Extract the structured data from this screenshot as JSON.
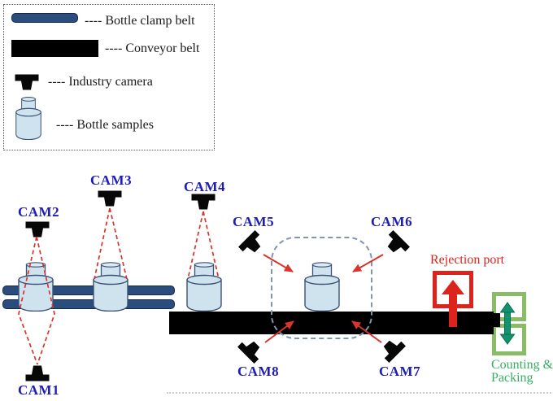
{
  "legend": {
    "items": [
      {
        "icon": "bottle-clamp-belt-swatch",
        "label": "---- Bottle clamp belt"
      },
      {
        "icon": "conveyor-belt-swatch",
        "label": "---- Conveyor belt"
      },
      {
        "icon": "industry-camera-icon",
        "label": "---- Industry camera"
      },
      {
        "icon": "bottle-sample-icon",
        "label": "---- Bottle samples"
      }
    ]
  },
  "cameras": {
    "cam1": "CAM1",
    "cam2": "CAM2",
    "cam3": "CAM3",
    "cam4": "CAM4",
    "cam5": "CAM5",
    "cam6": "CAM6",
    "cam7": "CAM7",
    "cam8": "CAM8"
  },
  "stations": {
    "rejection_port_label": "Rejection port",
    "counting_packing_line1": "Counting &",
    "counting_packing_line2": "Packing"
  },
  "colors": {
    "camera_label_blue": "#1c1cbe",
    "clamp_belt_navy": "#2b4d7d",
    "conveyor_belt_black": "#000000",
    "bottle_fill_blue": "#cfe3ef",
    "bottle_outline_navy": "#3a5275",
    "inspection_red": "#d8352c",
    "rejection_red": "#dc241c",
    "inspection_zone_dash_gray": "#7e97ab",
    "packing_green_border": "#8abc66",
    "transfer_arrow_teal": "#10936e",
    "counting_text_green": "#35ad62"
  }
}
